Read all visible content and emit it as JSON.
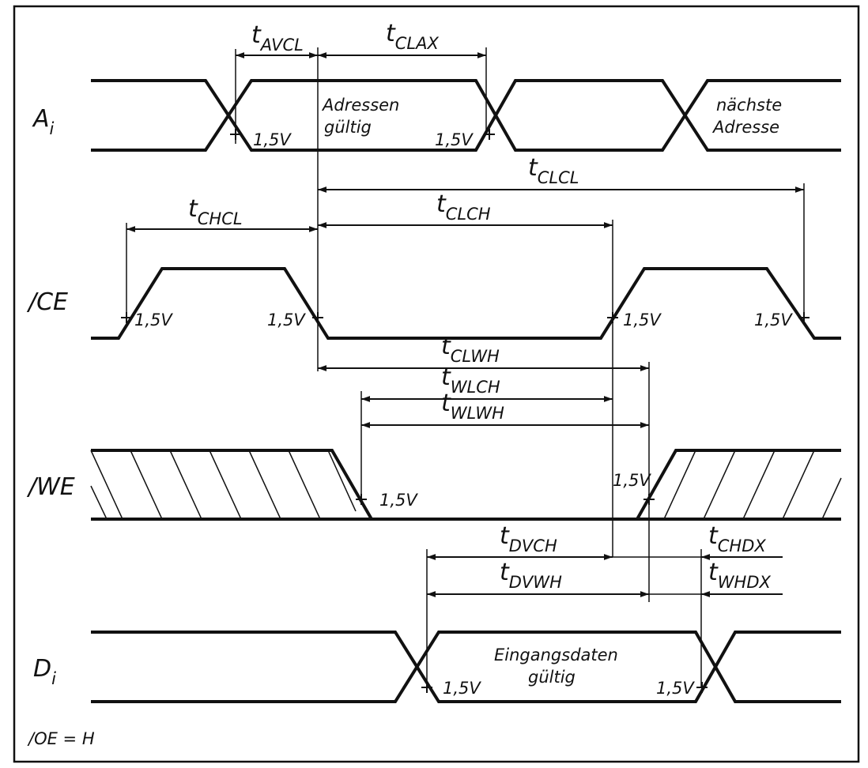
{
  "signals": {
    "ai": {
      "name": "A",
      "sub": "i",
      "valid_line1": "Adressen",
      "valid_line2": "gültig",
      "next_line1": "nächste",
      "next_line2": "Adresse"
    },
    "ce": {
      "name": "/CE"
    },
    "we": {
      "name": "/WE"
    },
    "di": {
      "name": "D",
      "sub": "i",
      "valid_line1": "Eingangsdaten",
      "valid_line2": "gültig"
    }
  },
  "oe_note": "/OE = H",
  "threshold": "1,5V",
  "timings": {
    "avcl": {
      "t": "t",
      "sub": "AVCL"
    },
    "clax": {
      "t": "t",
      "sub": "CLAX"
    },
    "clcl": {
      "t": "t",
      "sub": "CLCL"
    },
    "chcl": {
      "t": "t",
      "sub": "CHCL"
    },
    "clch": {
      "t": "t",
      "sub": "CLCH"
    },
    "clwh": {
      "t": "t",
      "sub": "CLWH"
    },
    "wlch": {
      "t": "t",
      "sub": "WLCH"
    },
    "wlwh": {
      "t": "t",
      "sub": "WLWH"
    },
    "dvch": {
      "t": "t",
      "sub": "DVCH"
    },
    "dvwh": {
      "t": "t",
      "sub": "DVWH"
    },
    "chdx": {
      "t": "t",
      "sub": "CHDX"
    },
    "whdx": {
      "t": "t",
      "sub": "WHDX"
    }
  }
}
